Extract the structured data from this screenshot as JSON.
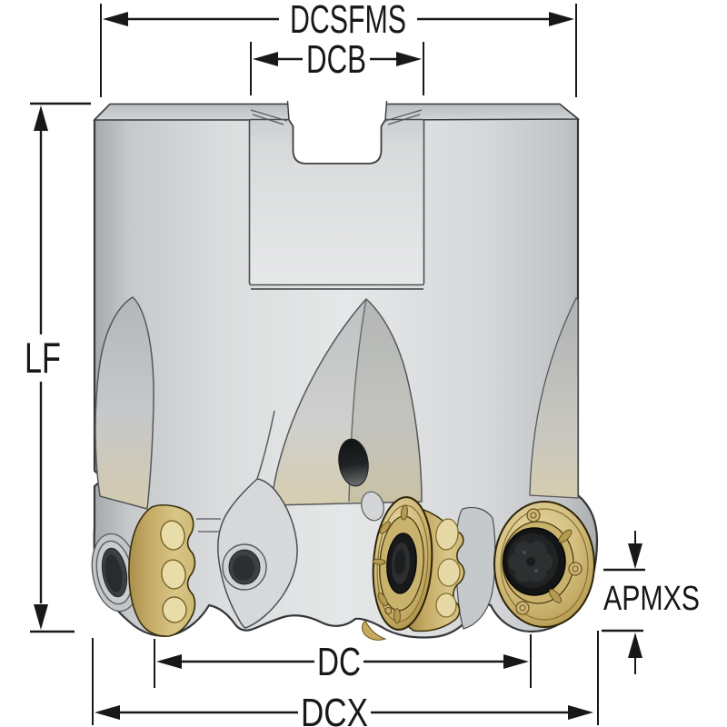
{
  "figure": {
    "kind": "technical-dimension-drawing",
    "subject": "indexable-face-milling-cutter-with-round-inserts",
    "labels": {
      "dcsfms": "DCSFMS",
      "dcb": "DCB",
      "lf": "LF",
      "dc": "DC",
      "dcx": "DCX",
      "apmxs": "APMXS"
    },
    "colors": {
      "ink": "#181818",
      "background": "#ffffff",
      "body_light": "#e4e6e7",
      "body_mid": "#c7cacc",
      "body_dark": "#9aa0a3",
      "flute_tan": "#d2c9ae",
      "gold_light": "#ddcb8e",
      "gold_mid": "#c2a75f",
      "gold_dark": "#8f7536",
      "insert_black": "#161616",
      "screw_gray": "#3c3f40"
    }
  }
}
